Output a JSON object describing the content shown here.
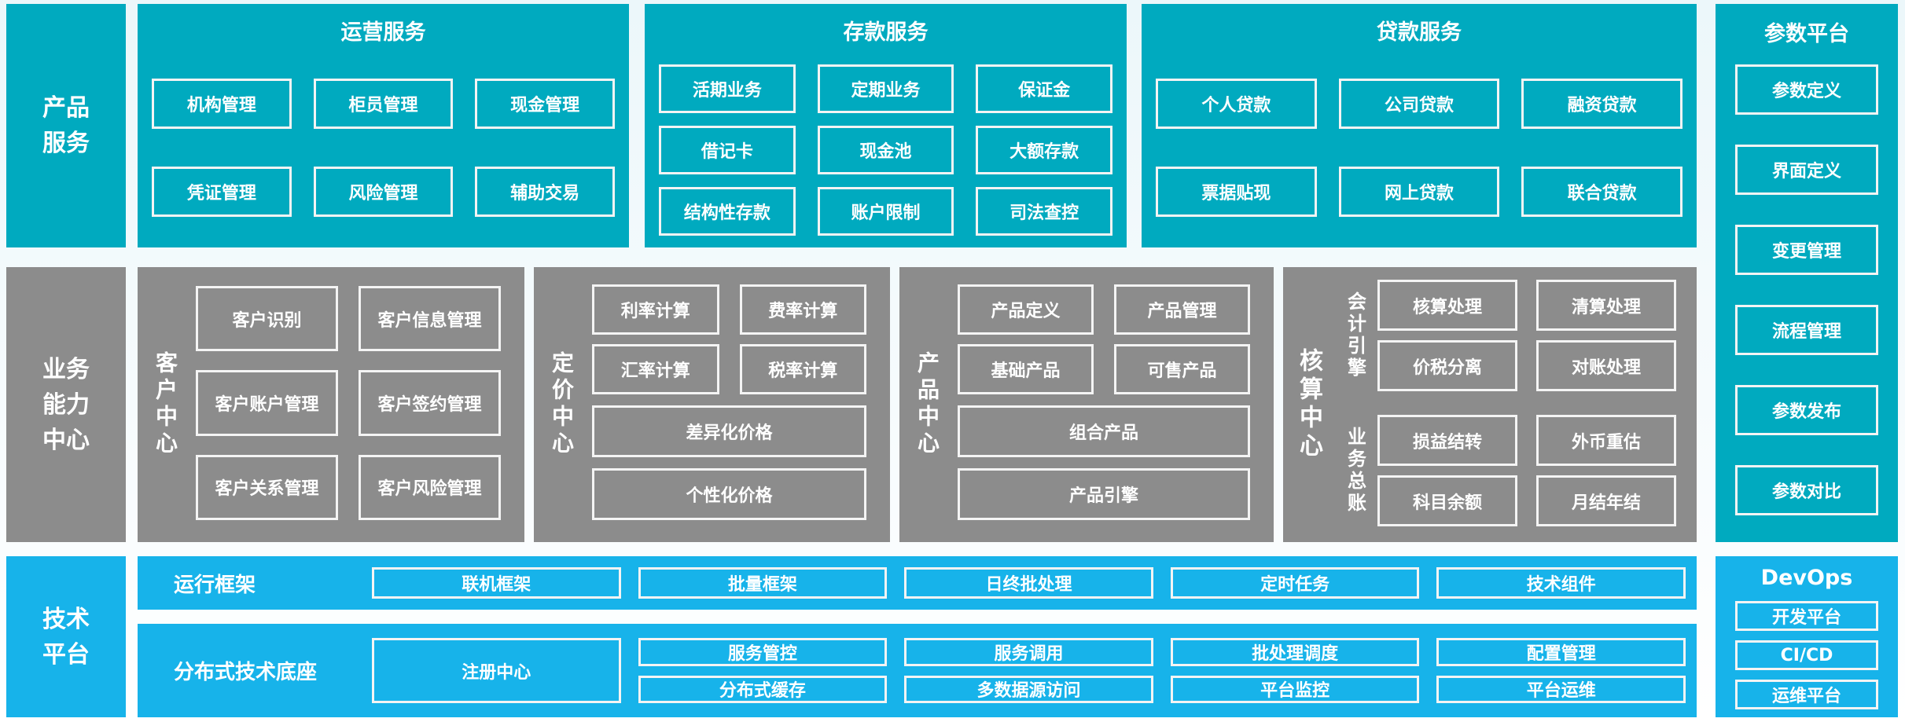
{
  "palette": {
    "teal": "#00aabf",
    "gray": "#8c8c8c",
    "blue": "#17b3ea",
    "box_border": "#f4f4f4",
    "text": "#ffffff"
  },
  "side_labels": {
    "products": "产品\n服务",
    "capability": "业务\n能力\n中心",
    "tech": "技术\n平台"
  },
  "operation": {
    "title": "运营服务",
    "boxes": [
      "机构管理",
      "柜员管理",
      "现金管理",
      "凭证管理",
      "风险管理",
      "辅助交易"
    ]
  },
  "deposit": {
    "title": "存款服务",
    "boxes": [
      "活期业务",
      "定期业务",
      "保证金",
      "借记卡",
      "现金池",
      "大额存款",
      "结构性存款",
      "账户限制",
      "司法查控"
    ]
  },
  "loan": {
    "title": "贷款服务",
    "boxes": [
      "个人贷款",
      "公司贷款",
      "融资贷款",
      "票据贴现",
      "网上贷款",
      "联合贷款"
    ]
  },
  "parameter": {
    "title": "参数平台",
    "boxes": [
      "参数定义",
      "界面定义",
      "变更管理",
      "流程管理",
      "参数发布",
      "参数对比"
    ]
  },
  "customer": {
    "label": "客户中心",
    "boxes": [
      "客户识别",
      "客户信息管理",
      "客户账户管理",
      "客户签约管理",
      "客户关系管理",
      "客户风险管理"
    ]
  },
  "pricing": {
    "label": "定价中心",
    "small_boxes": [
      "利率计算",
      "费率计算",
      "汇率计算",
      "税率计算"
    ],
    "wide_boxes": [
      "差异化价格",
      "个性化价格"
    ]
  },
  "product": {
    "label": "产品中心",
    "small_boxes": [
      "产品定义",
      "产品管理",
      "基础产品",
      "可售产品"
    ],
    "wide_boxes": [
      "组合产品",
      "产品引擎"
    ]
  },
  "accounting": {
    "label": "核算中心",
    "groups": [
      {
        "label": "会计引擎",
        "boxes": [
          "核算处理",
          "清算处理",
          "价税分离",
          "对账处理"
        ]
      },
      {
        "label": "业务总账",
        "boxes": [
          "损益结转",
          "外币重估",
          "科目余额",
          "月结年结"
        ]
      }
    ]
  },
  "runtime": {
    "label": "运行框架",
    "boxes": [
      "联机框架",
      "批量框架",
      "日终批处理",
      "定时任务",
      "技术组件"
    ]
  },
  "distributed": {
    "label": "分布式技术底座",
    "registry": "注册中心",
    "row1": [
      "服务管控",
      "服务调用",
      "批处理调度",
      "配置管理"
    ],
    "row2": [
      "分布式缓存",
      "多数据源访问",
      "平台监控",
      "平台运维"
    ]
  },
  "devops": {
    "title": "DevOps",
    "boxes": [
      "开发平台",
      "CI/CD",
      "运维平台"
    ]
  }
}
